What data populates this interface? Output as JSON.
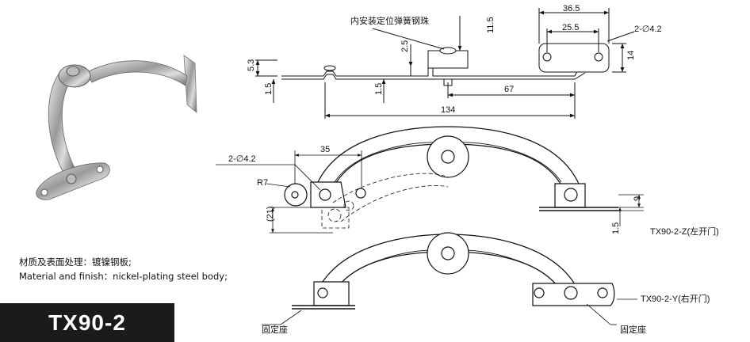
{
  "material": {
    "zh": "材质及表面处理：镀镍钢板;",
    "en": "Material and finish：nickel-plating steel body;"
  },
  "model": "TX90-2",
  "top_view": {
    "callout": "内安装定位弹簧钢珠",
    "dims": {
      "d36_5": "36.5",
      "d25_5": "25.5",
      "d11_5": "11.5",
      "holes": "2-∅4.2",
      "d14": "14",
      "d5_3": "5.3",
      "d2_5": "2.5",
      "d1_5a": "1.5",
      "d1_5b": "1.5",
      "d67": "67",
      "d134": "134"
    }
  },
  "side_view_left": {
    "holes": "2-∅4.2",
    "d35": "35",
    "r7": "R7",
    "d21": "(21)",
    "d9": "9",
    "d1_5": "1.5",
    "label": "TX90-2-Z(左开门)"
  },
  "side_view_right": {
    "label": "TX90-2-Y(右开门)",
    "base_left": "固定座",
    "base_right": "固定座"
  },
  "colors": {
    "ink": "#111111",
    "model_bg": "#1b1b1b"
  }
}
